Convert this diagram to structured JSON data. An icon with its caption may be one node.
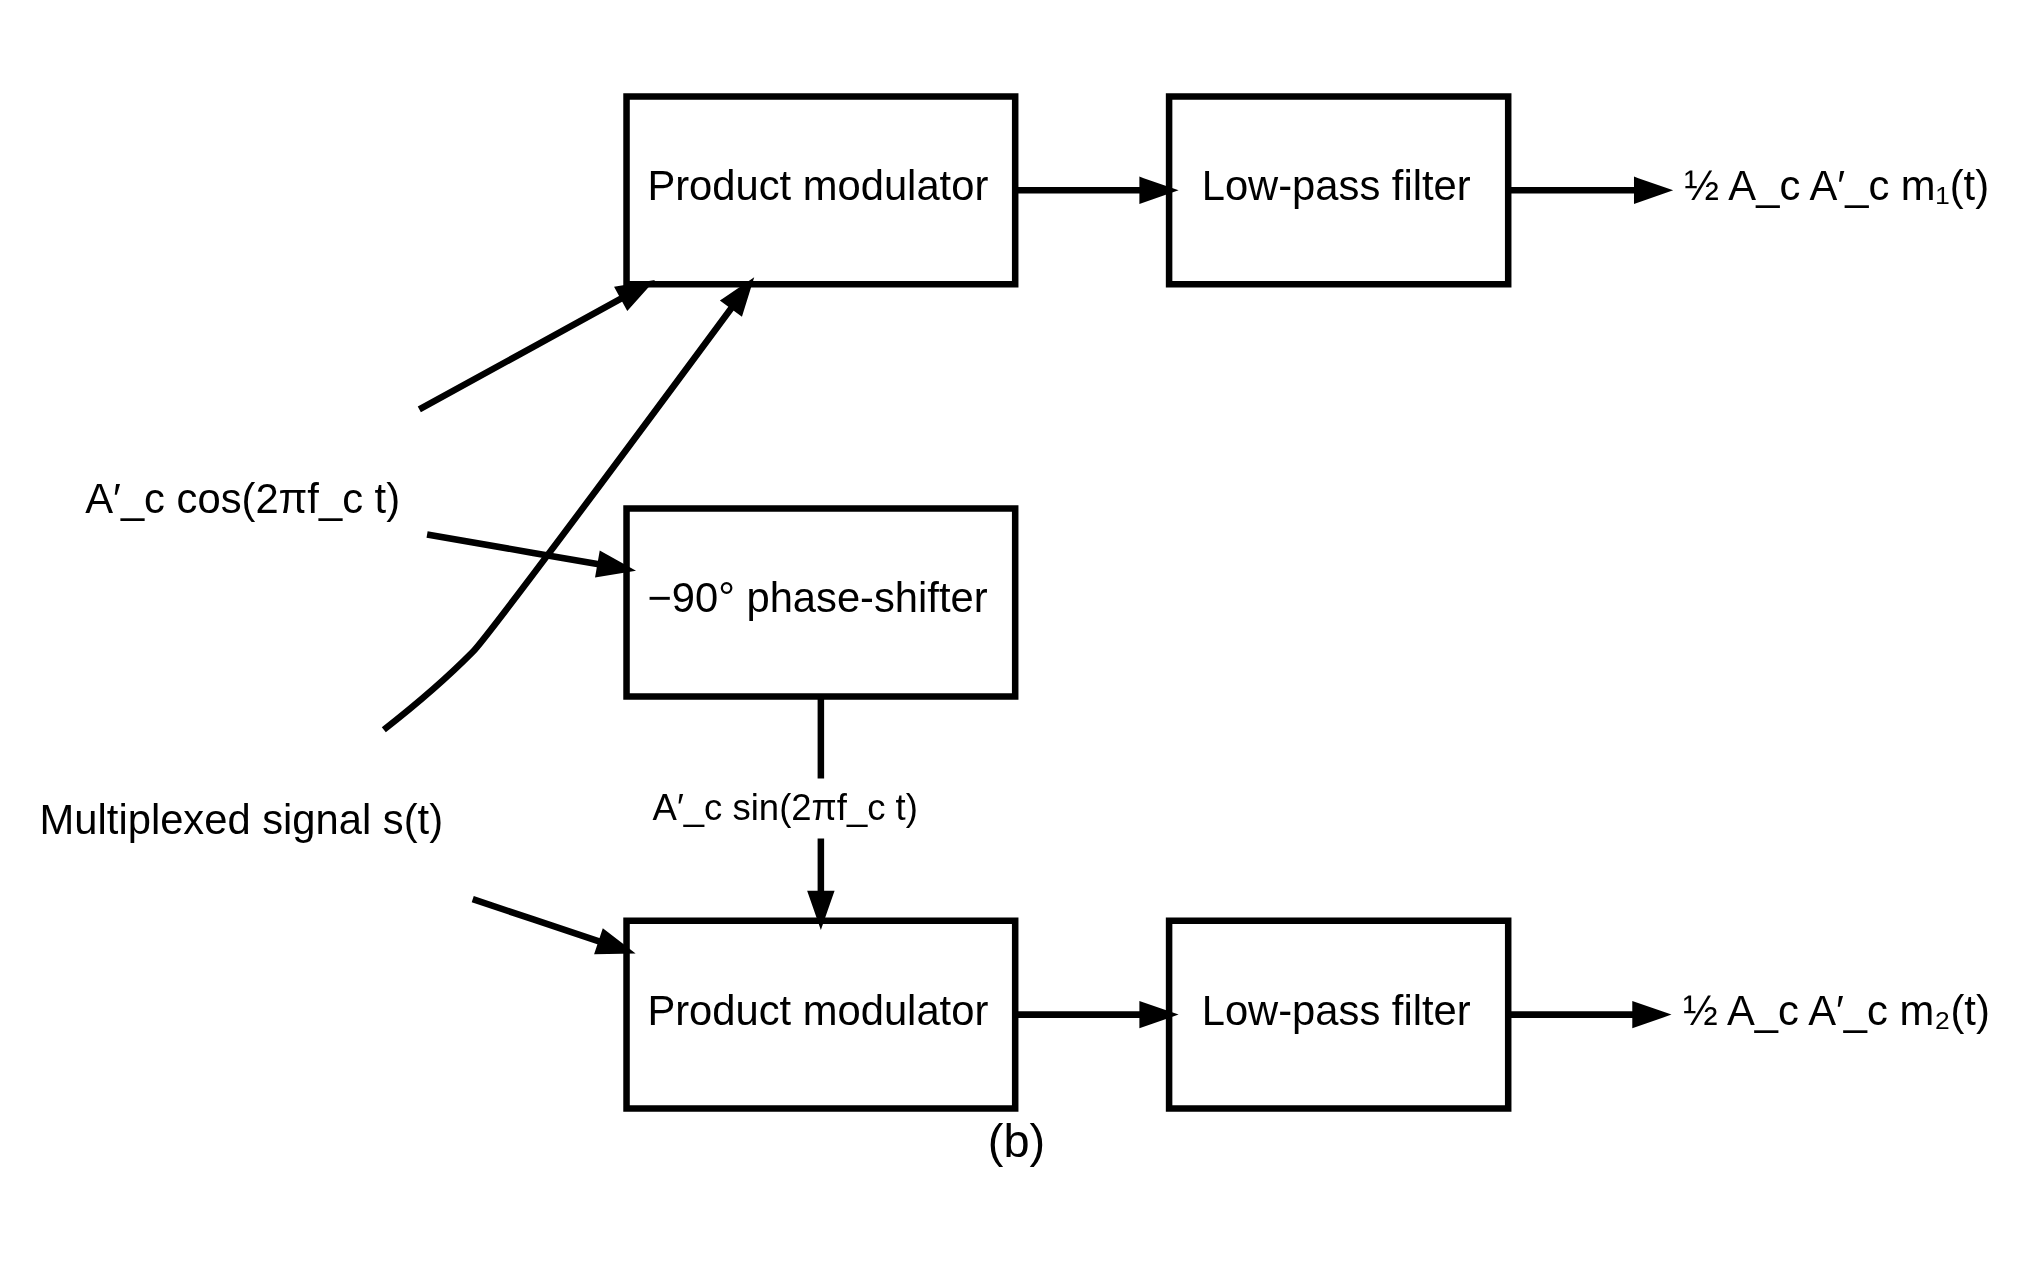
{
  "diagram": {
    "caption": "(b)",
    "nodes": [
      {
        "text": [
          "Multiplexed signal s(t)"
        ]
      },
      {
        "text": [
          "Product modulator"
        ]
      },
      {
        "text": [
          "Low-pass filter"
        ]
      },
      {
        "text": [
          "½ A_c A′_c m₁(t)"
        ]
      },
      {
        "text": [
          "A′_c cos(2πf_c t)"
        ]
      },
      {
        "text": [
          "−90° phase-shifter"
        ]
      },
      {
        "text": [
          "Product modulator"
        ]
      },
      {
        "text": [
          "Low-pass filter"
        ]
      },
      {
        "text": [
          "½ A_c A′_c m₂(t)"
        ]
      }
    ],
    "edges": [
      {
        "from": 0,
        "to": 1,
        "arrow": "to"
      },
      {
        "from": 1,
        "to": 2,
        "arrow": "to"
      },
      {
        "from": 2,
        "to": 3,
        "arrow": "to"
      },
      {
        "from": 4,
        "to": 1,
        "arrow": "to"
      },
      {
        "from": 4,
        "to": 5,
        "arrow": "to"
      },
      {
        "from": 0,
        "to": 6,
        "arrow": "to"
      },
      {
        "from": 5,
        "to": 6,
        "arrow": "to",
        "label": "A′_c sin(2πf_c t)"
      },
      {
        "from": 6,
        "to": 7,
        "arrow": "to"
      },
      {
        "from": 7,
        "to": 8,
        "arrow": "to"
      }
    ]
  }
}
